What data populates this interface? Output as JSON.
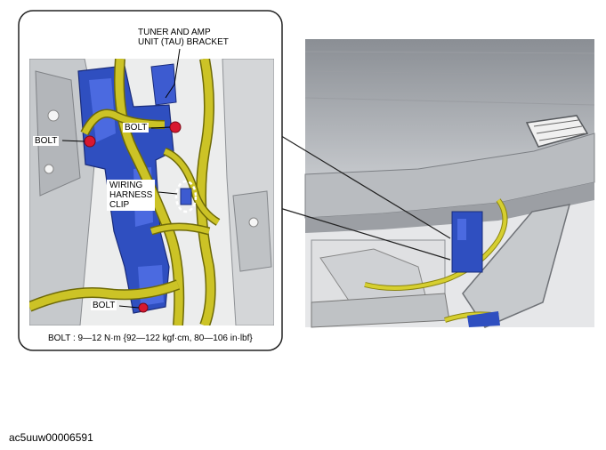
{
  "labels": {
    "bracket_line1": "TUNER AND AMP",
    "bracket_line2": "UNIT (TAU) BRACKET",
    "bolt_left": "BOLT",
    "bolt_top": "BOLT",
    "bolt_bottom": "BOLT",
    "clip_line1": "WIRING",
    "clip_line2": "HARNESS",
    "clip_line3": "CLIP"
  },
  "torque_spec": "BOLT : 9—12 N·m {92—122 kgf·cm, 80—106 in·lbf}",
  "figure_code": "ac5uuw00006591",
  "colors": {
    "bracket_blue": "#2f4fc0",
    "harness_yellow": "#c8c020",
    "bolt_red": "#d81830",
    "panel_grey": "#a8acb0"
  }
}
